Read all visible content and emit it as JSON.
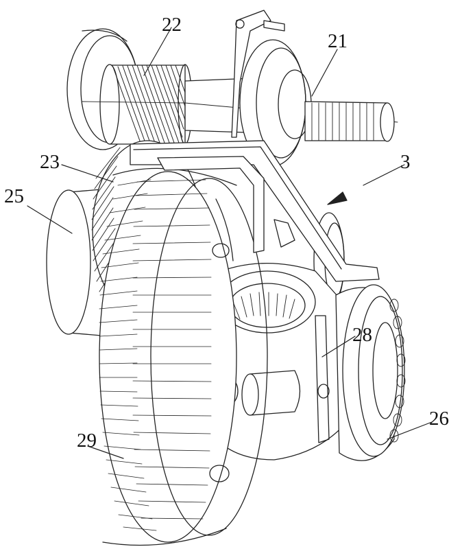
{
  "labels": {
    "l22": "22",
    "l21": "21",
    "l23": "23",
    "l3": "3",
    "l25": "25",
    "l28": "28",
    "l29": "29",
    "l26": "26"
  }
}
